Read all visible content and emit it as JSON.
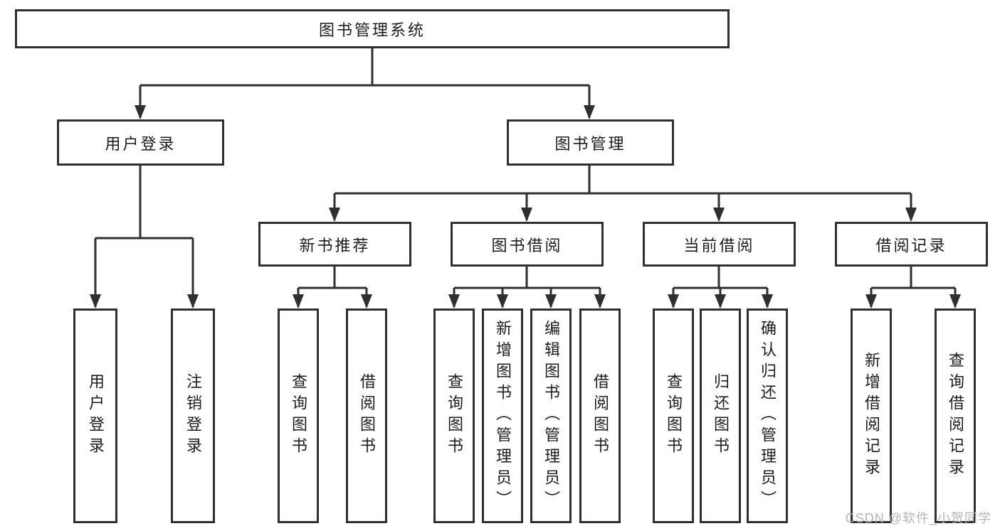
{
  "nodes": {
    "root": "图书管理系统",
    "level2": {
      "user_login": "用户登录",
      "book_management": "图书管理"
    },
    "level3": {
      "new_book_recommend": "新书推荐",
      "book_borrow": "图书借阅",
      "current_borrow": "当前借阅",
      "borrow_records": "借阅记录"
    },
    "leaves": {
      "user_login": [
        "用户登录",
        "注销登录"
      ],
      "new_book_recommend": [
        "查询图书",
        "借阅图书"
      ],
      "book_borrow": [
        "查询图书",
        "新增图书（管理员）",
        "编辑图书（管理员）",
        "借阅图书"
      ],
      "current_borrow": [
        "查询图书",
        "归还图书",
        "确认归还（管理员）"
      ],
      "borrow_records": [
        "新增借阅记录",
        "查询借阅记录"
      ]
    }
  },
  "watermark": "CSDN @软件_小贺同学",
  "colors": {
    "line": "#2f2f2f",
    "box_border": "#2f2f2f",
    "text": "#1c1c1c",
    "watermark": "#b5b5b5",
    "background": "#ffffff"
  }
}
